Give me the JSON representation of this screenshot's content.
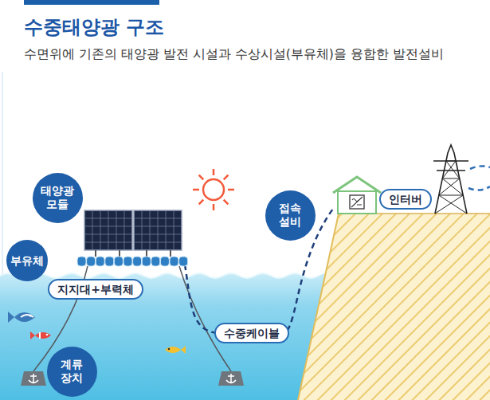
{
  "diagram": {
    "title": "수중태양광 구조",
    "nodes": [
      {
        "text": [
          "태양광 모듈"
        ]
      },
      {
        "text": [
          "부유체"
        ]
      },
      {
        "text": [
          "지지대+부력체"
        ]
      },
      {
        "text": [
          "계류 장치"
        ]
      },
      {
        "text": [
          "접속 설비"
        ]
      },
      {
        "text": [
          "인터버"
        ]
      },
      {
        "text": [
          "수중케이블"
        ]
      }
    ],
    "labels": [
      "수면위에 기존의 태양광 발전 시설과 수상시설(부유체)을 융합한 발전설비"
    ]
  }
}
